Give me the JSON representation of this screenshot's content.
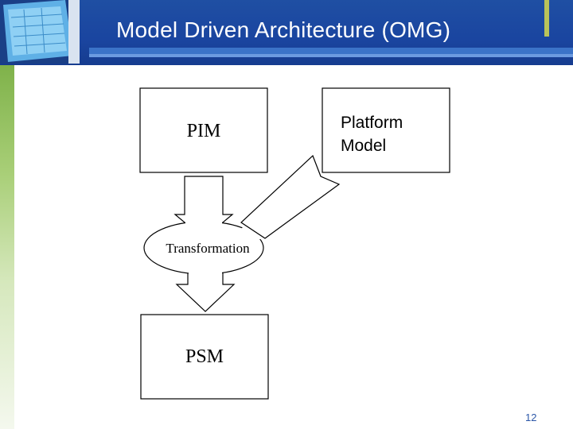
{
  "slide": {
    "title": "Model Driven Architecture (OMG)",
    "page_number": "12"
  },
  "diagram": {
    "nodes": {
      "pim": "PIM",
      "platform_model_line1": "Platform",
      "platform_model_line2": "Model",
      "transformation": "Transformation",
      "psm": "PSM"
    }
  },
  "colors": {
    "header": "#1f4fa3",
    "accent_green": "#7fb24a",
    "page_number": "#2c57a8"
  }
}
